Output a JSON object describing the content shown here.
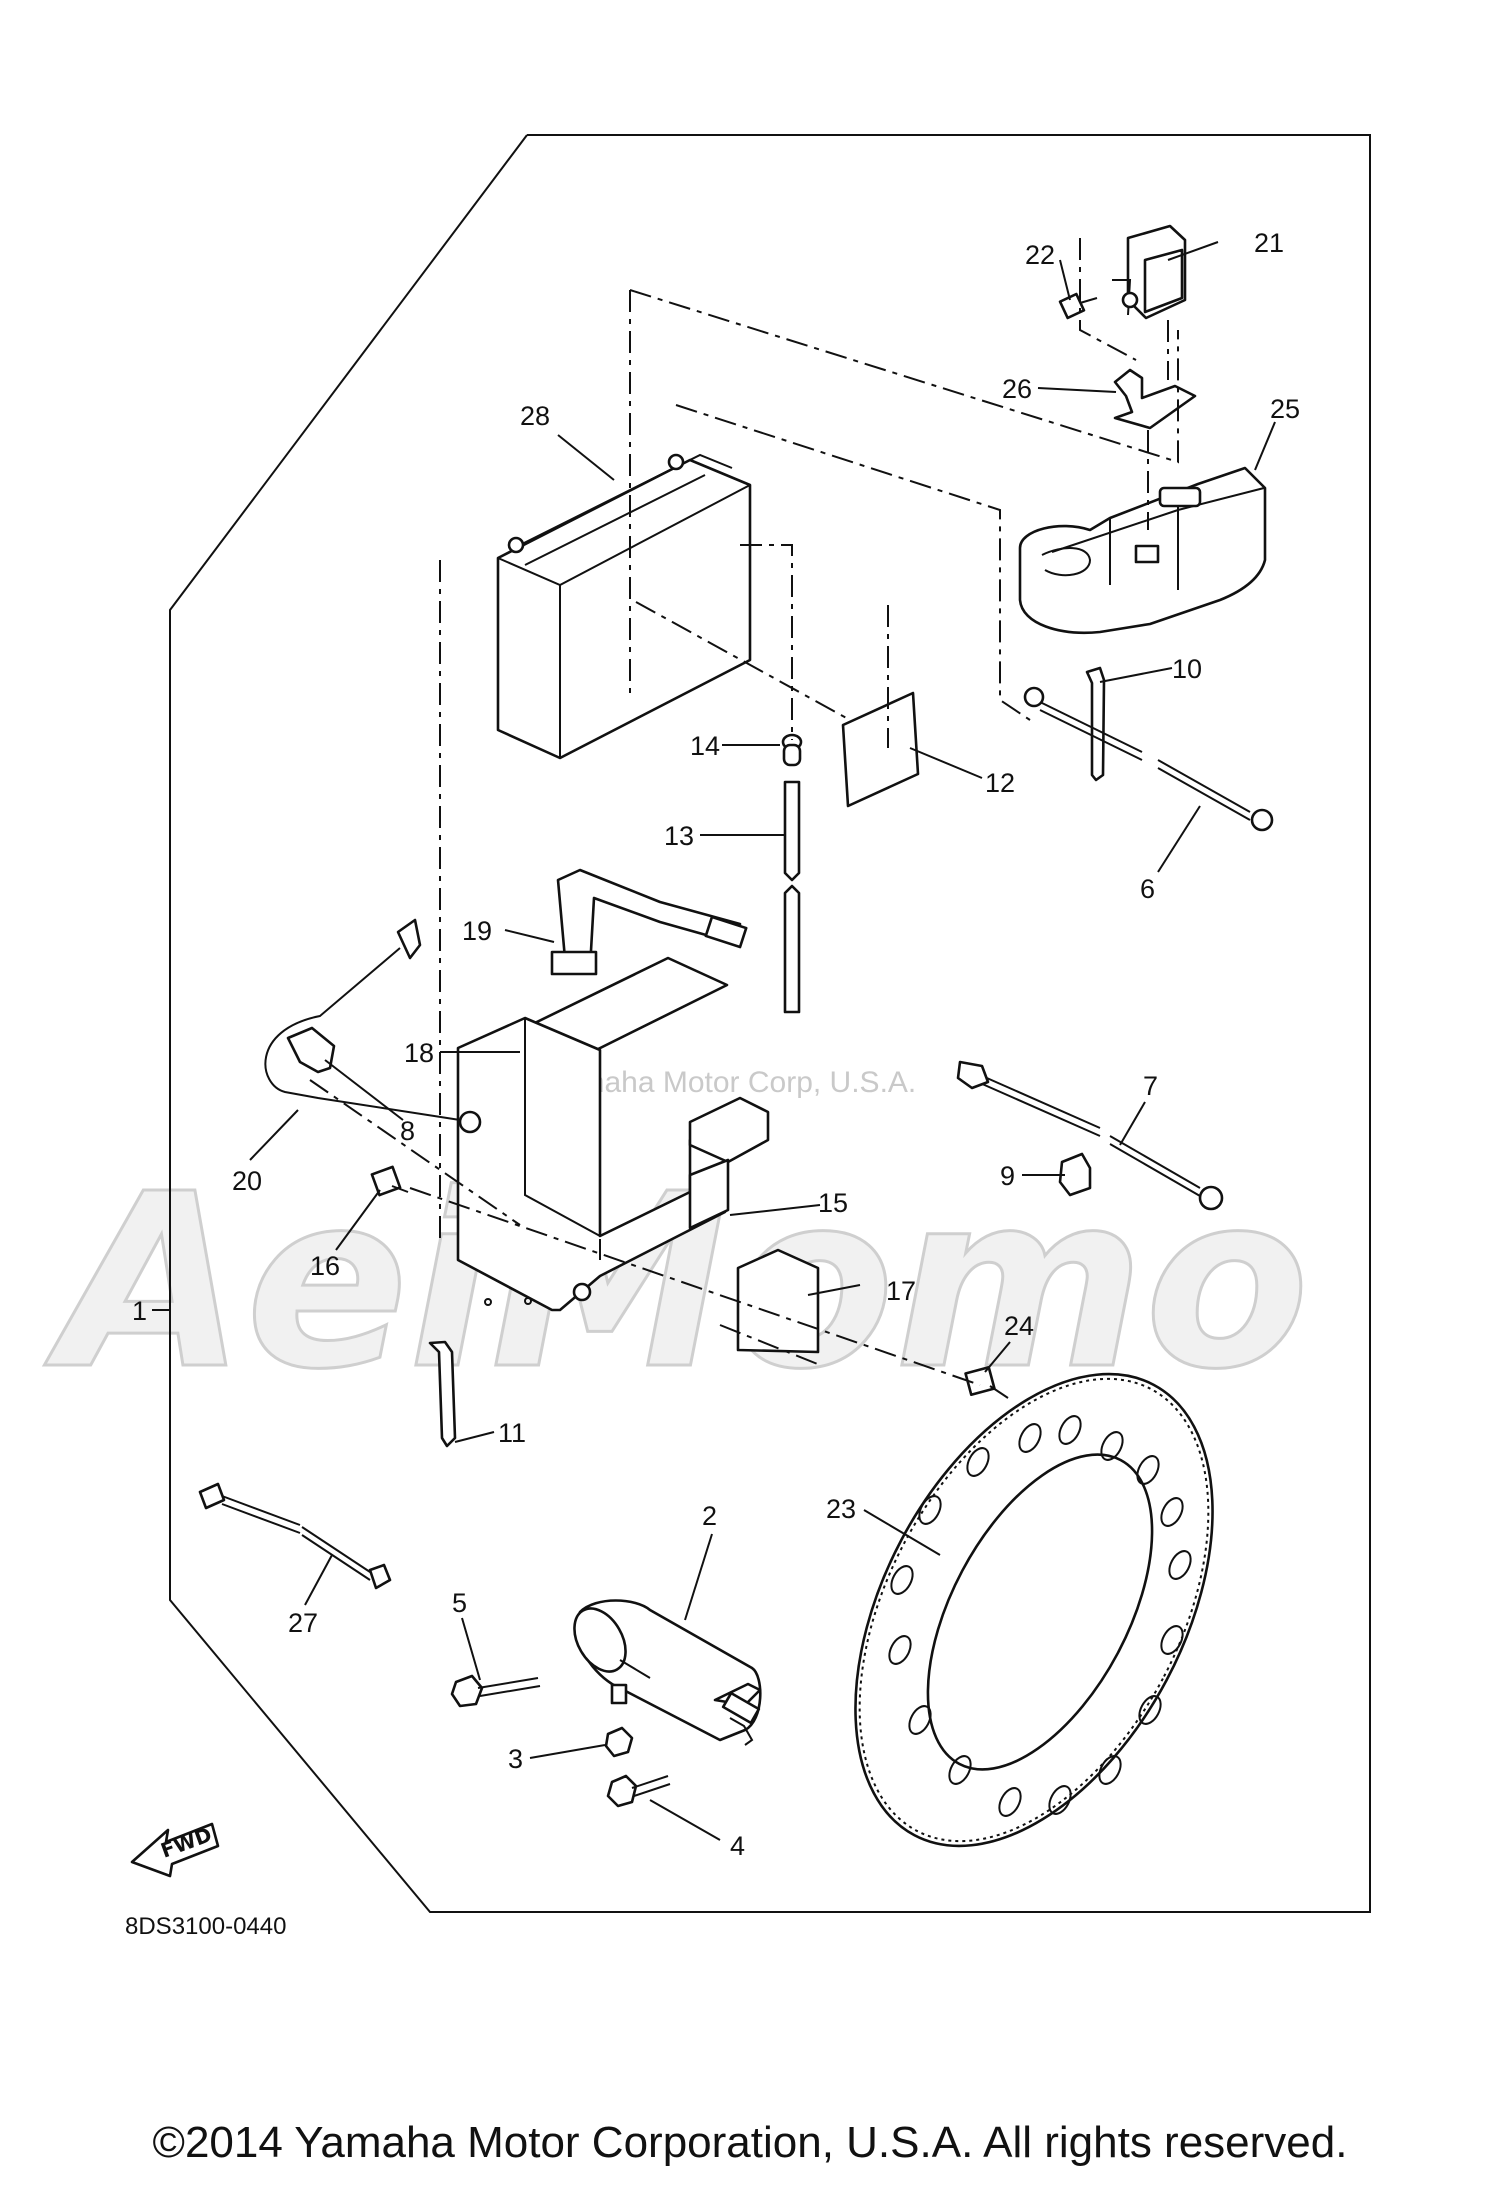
{
  "callouts": {
    "c1": "1",
    "c2": "2",
    "c3": "3",
    "c4": "4",
    "c5": "5",
    "c6": "6",
    "c7": "7",
    "c8": "8",
    "c9": "9",
    "c10": "10",
    "c11": "11",
    "c12": "12",
    "c13": "13",
    "c14": "14",
    "c15": "15",
    "c16": "16",
    "c17": "17",
    "c18": "18",
    "c19": "19",
    "c20": "20",
    "c21": "21",
    "c22": "22",
    "c23": "23",
    "c24": "24",
    "c25": "25",
    "c26": "26",
    "c27": "27",
    "c28": "28"
  },
  "diagram_code": "8DS3100-0440",
  "fwd_label": "FWD",
  "watermark": {
    "text": "Yamaha Motor Corp, U.S.A.",
    "brand": "AeiMomo"
  },
  "copyright": "©2014 Yamaha Motor Corporation, U.S.A. All rights reserved."
}
